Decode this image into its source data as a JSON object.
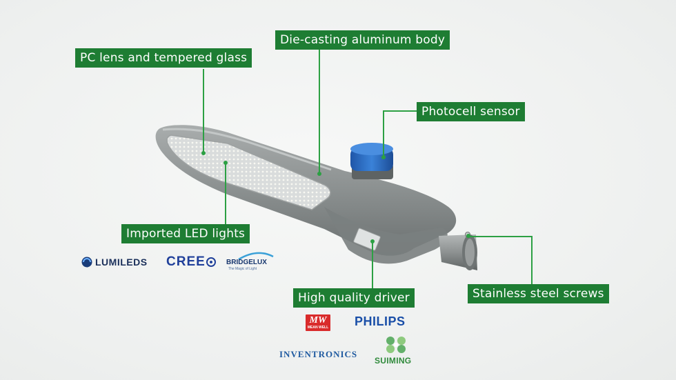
{
  "callouts": {
    "pc_lens": "PC lens and tempered glass",
    "die_casting": "Die-casting aluminum body",
    "photocell": "Photocell sensor",
    "imported_led": "Imported LED lights",
    "driver": "High quality  driver",
    "screws": "Stainless steel screws"
  },
  "led_brands": {
    "lumileds": "LUMILEDS",
    "cree": "CREE",
    "bridgelux": "BRIDGELUX",
    "bridgelux_tagline": "The Magic of Light"
  },
  "driver_brands": {
    "meanwell_mark": "MW",
    "meanwell": "MEAN WELL",
    "philips": "PHILIPS",
    "inventronics": "INVENTRONICS",
    "suiming": "SUIMING"
  },
  "colors": {
    "label_bg": "#1e7d33",
    "leader": "#2ca043",
    "lamp_body": "#8f9494",
    "sensor": "#2f6fc8"
  }
}
